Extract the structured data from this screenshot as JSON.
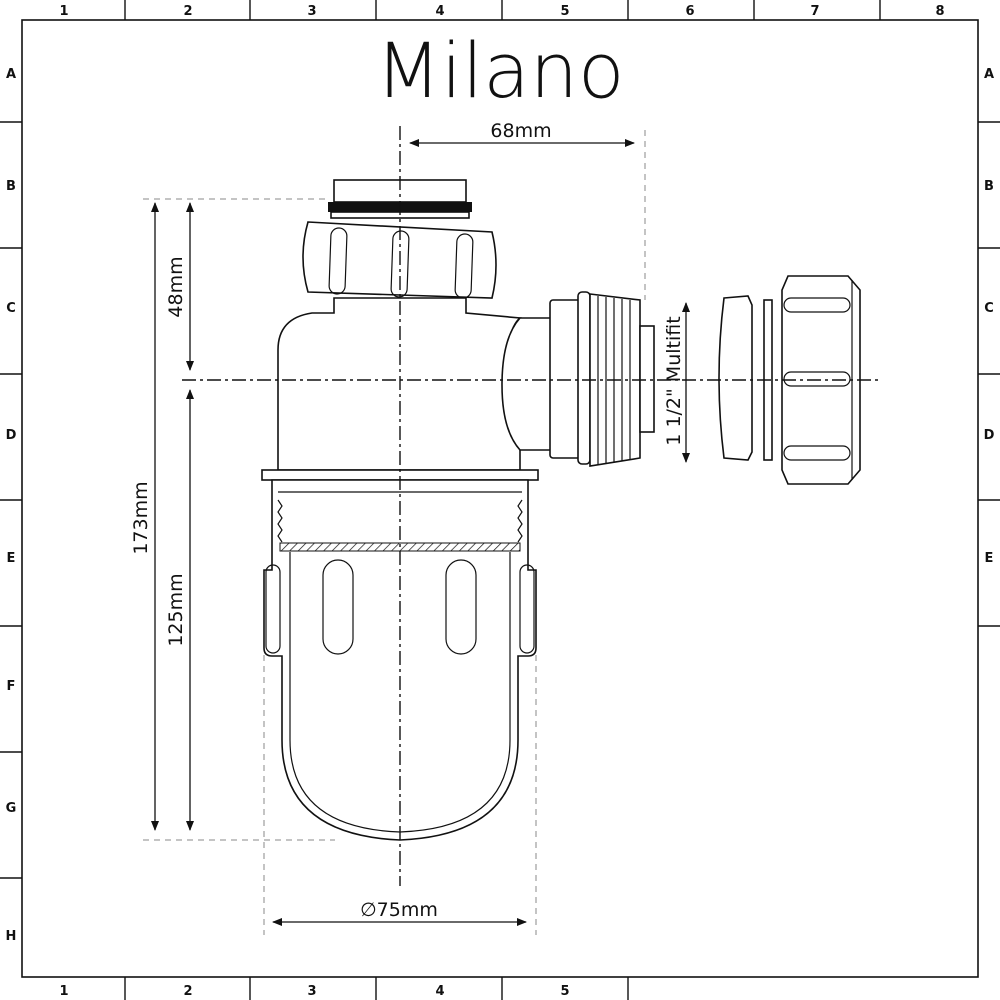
{
  "brand": "Milano",
  "frame": {
    "columns": [
      "1",
      "2",
      "3",
      "4",
      "5",
      "6",
      "7",
      "8"
    ],
    "rows": [
      "A",
      "B",
      "C",
      "D",
      "E",
      "F",
      "G",
      "H"
    ]
  },
  "dimensions": {
    "outlet_offset": "68mm",
    "inlet_height": "48mm",
    "overall_height": "173mm",
    "bottle_height": "125mm",
    "bottle_diameter": "∅75mm",
    "outlet_connection": "1 1/2\" Multifit"
  }
}
